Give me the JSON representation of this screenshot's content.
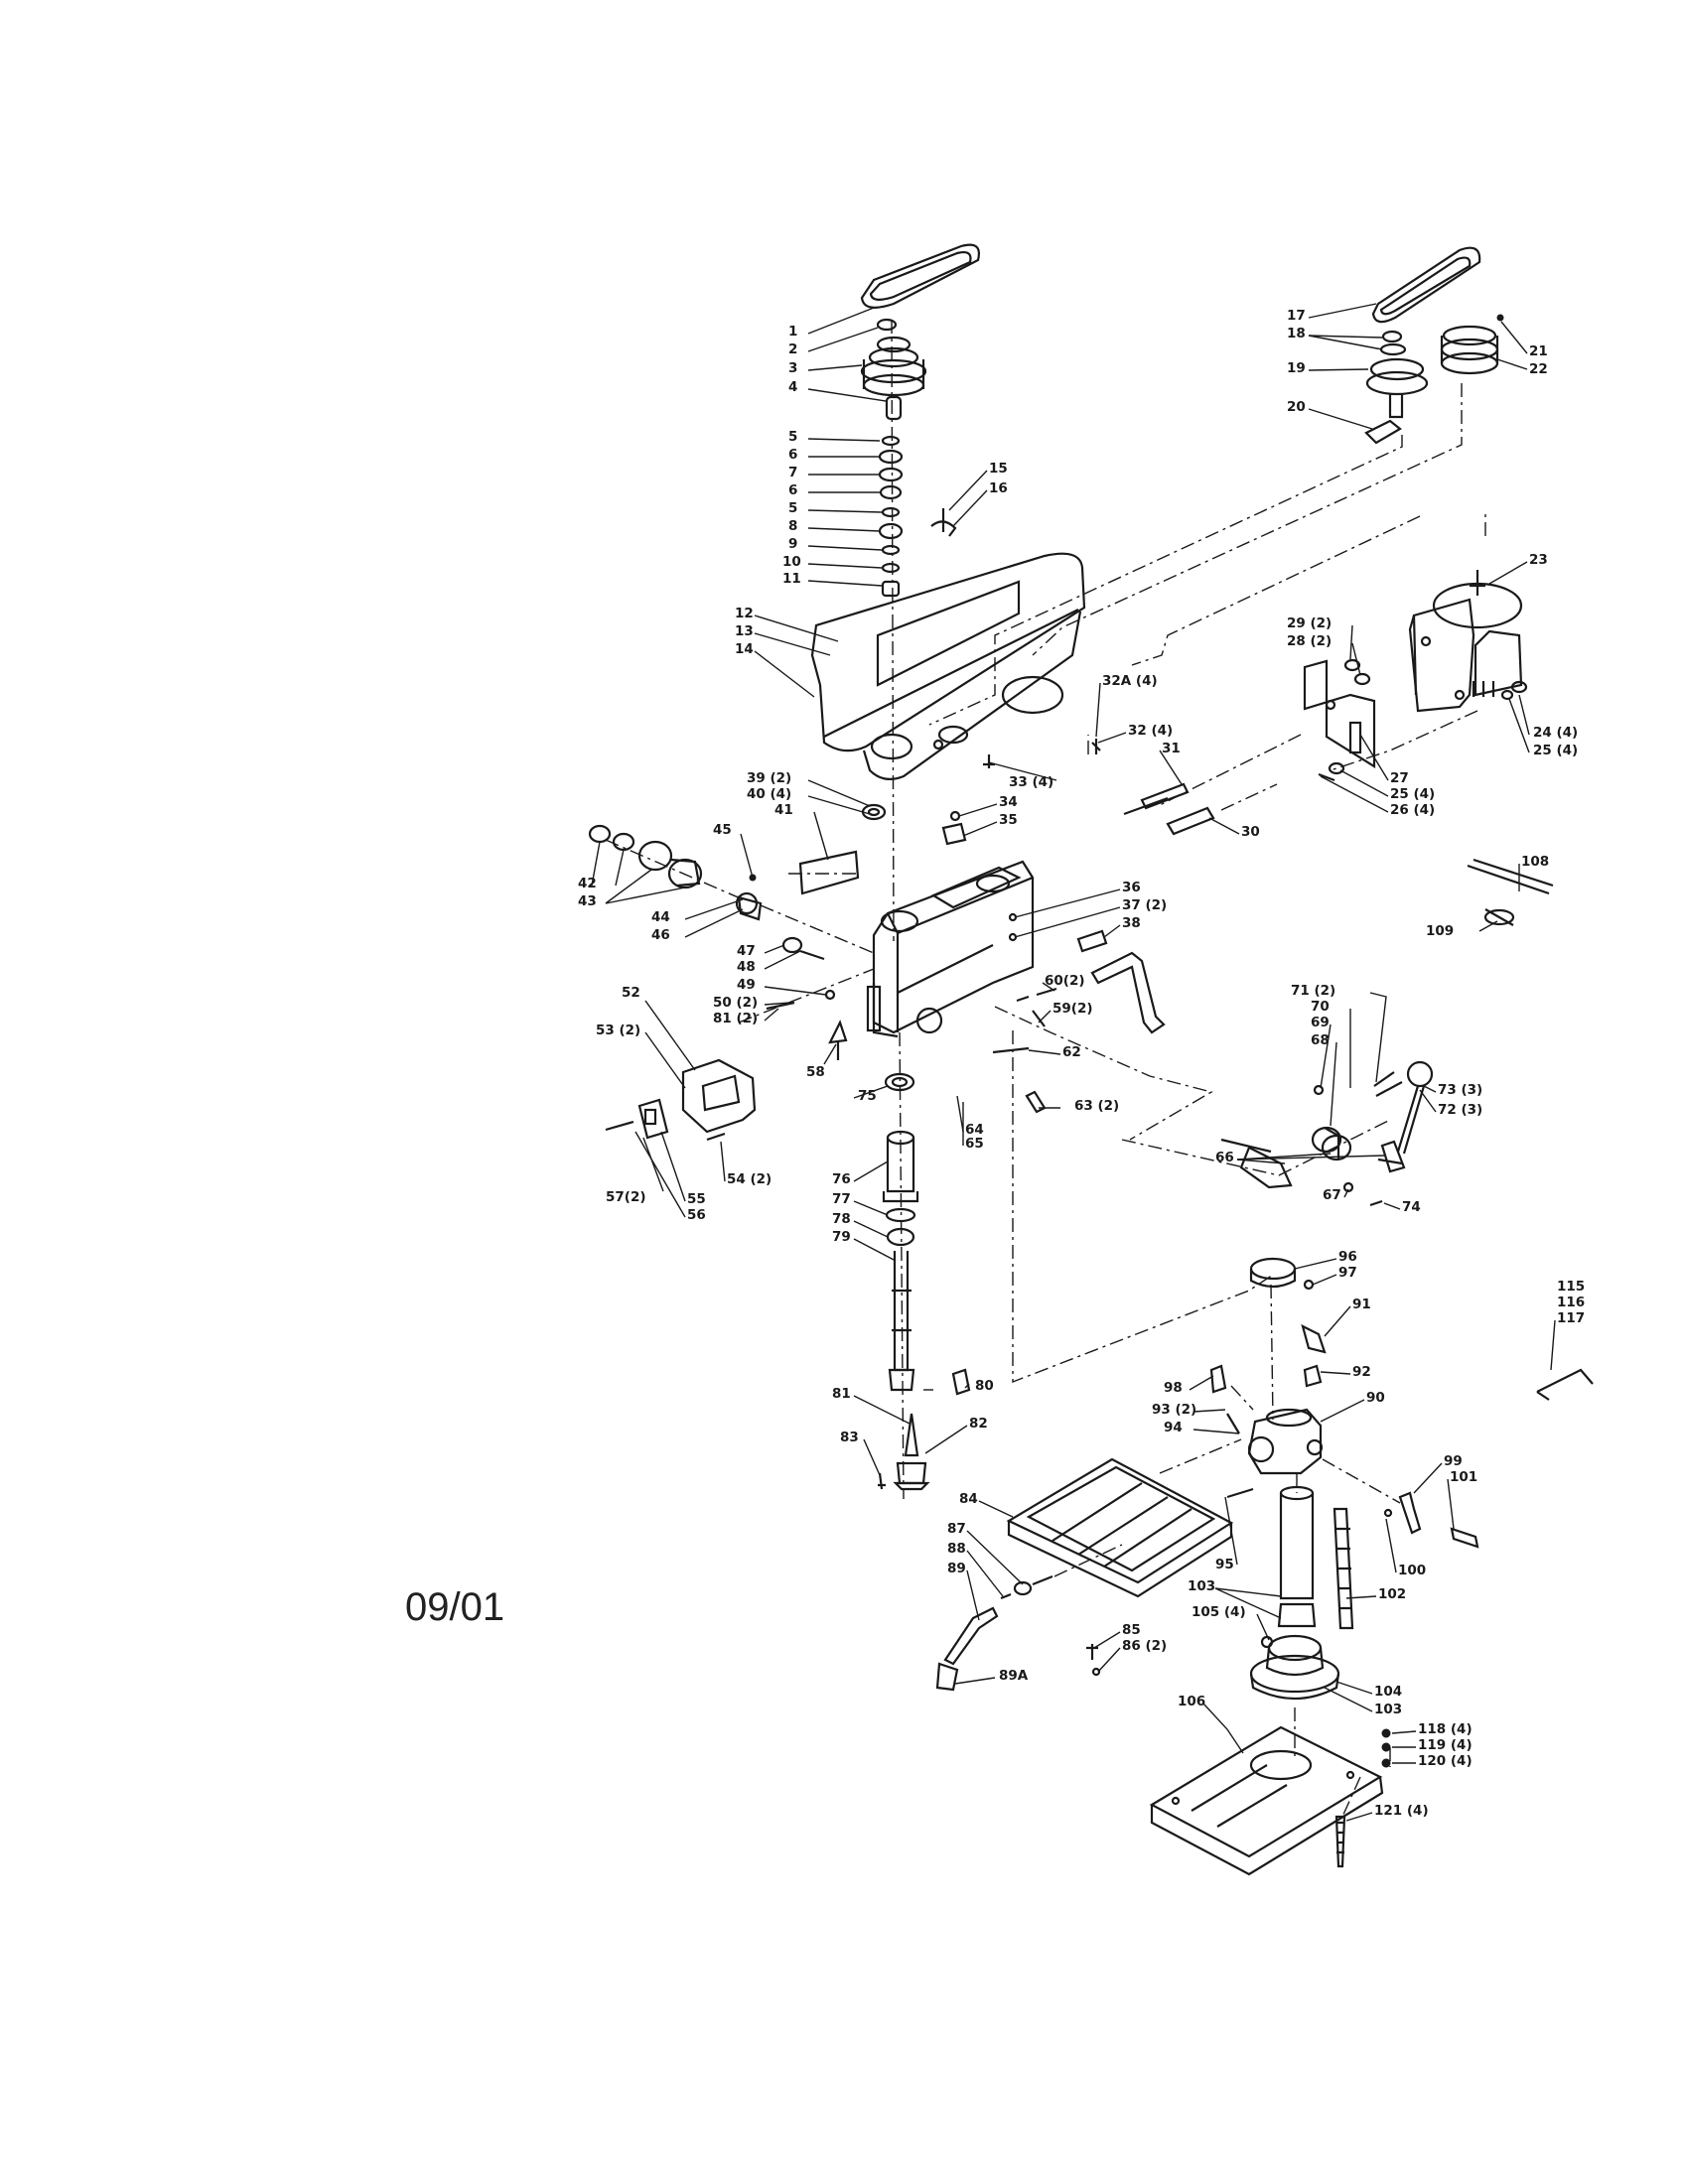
{
  "date_code": "09/01",
  "part_labels": [
    "1",
    "2",
    "3",
    "4",
    "5",
    "6",
    "7",
    "6",
    "5",
    "8",
    "9",
    "10",
    "11",
    "12",
    "13",
    "14",
    "15",
    "16",
    "17",
    "18",
    "19",
    "20",
    "21",
    "22",
    "23",
    "29 (2)",
    "28 (2)",
    "24 (4)",
    "25 (4)",
    "27",
    "25 (4)",
    "26 (4)",
    "32A (4)",
    "32 (4)",
    "31",
    "33 (4)",
    "30",
    "39 (2)",
    "40 (4)",
    "41",
    "34",
    "35",
    "45",
    "42",
    "43",
    "44",
    "46",
    "36",
    "37 (2)",
    "38",
    "47",
    "48",
    "49",
    "60(2)",
    "59(2)",
    "50 (2)",
    "81 (2)",
    "52",
    "53 (2)",
    "58",
    "62",
    "75",
    "64",
    "65",
    "63 (2)",
    "54 (2)",
    "55",
    "56",
    "57(2)",
    "76",
    "77",
    "78",
    "79",
    "80",
    "81",
    "82",
    "83",
    "71 (2)",
    "70",
    "69",
    "68",
    "73 (3)",
    "72 (3)",
    "66",
    "67",
    "74",
    "96",
    "97",
    "91",
    "92",
    "98",
    "90",
    "93 (2)",
    "94",
    "84",
    "87",
    "88",
    "89",
    "89A",
    "85",
    "86 (2)",
    "95",
    "103",
    "105 (4)",
    "102",
    "99",
    "101",
    "100",
    "104",
    "103",
    "106",
    "118 (4)",
    "119 (4)",
    "120 (4)",
    "121 (4)",
    "108",
    "109",
    "115",
    "116",
    "117"
  ]
}
